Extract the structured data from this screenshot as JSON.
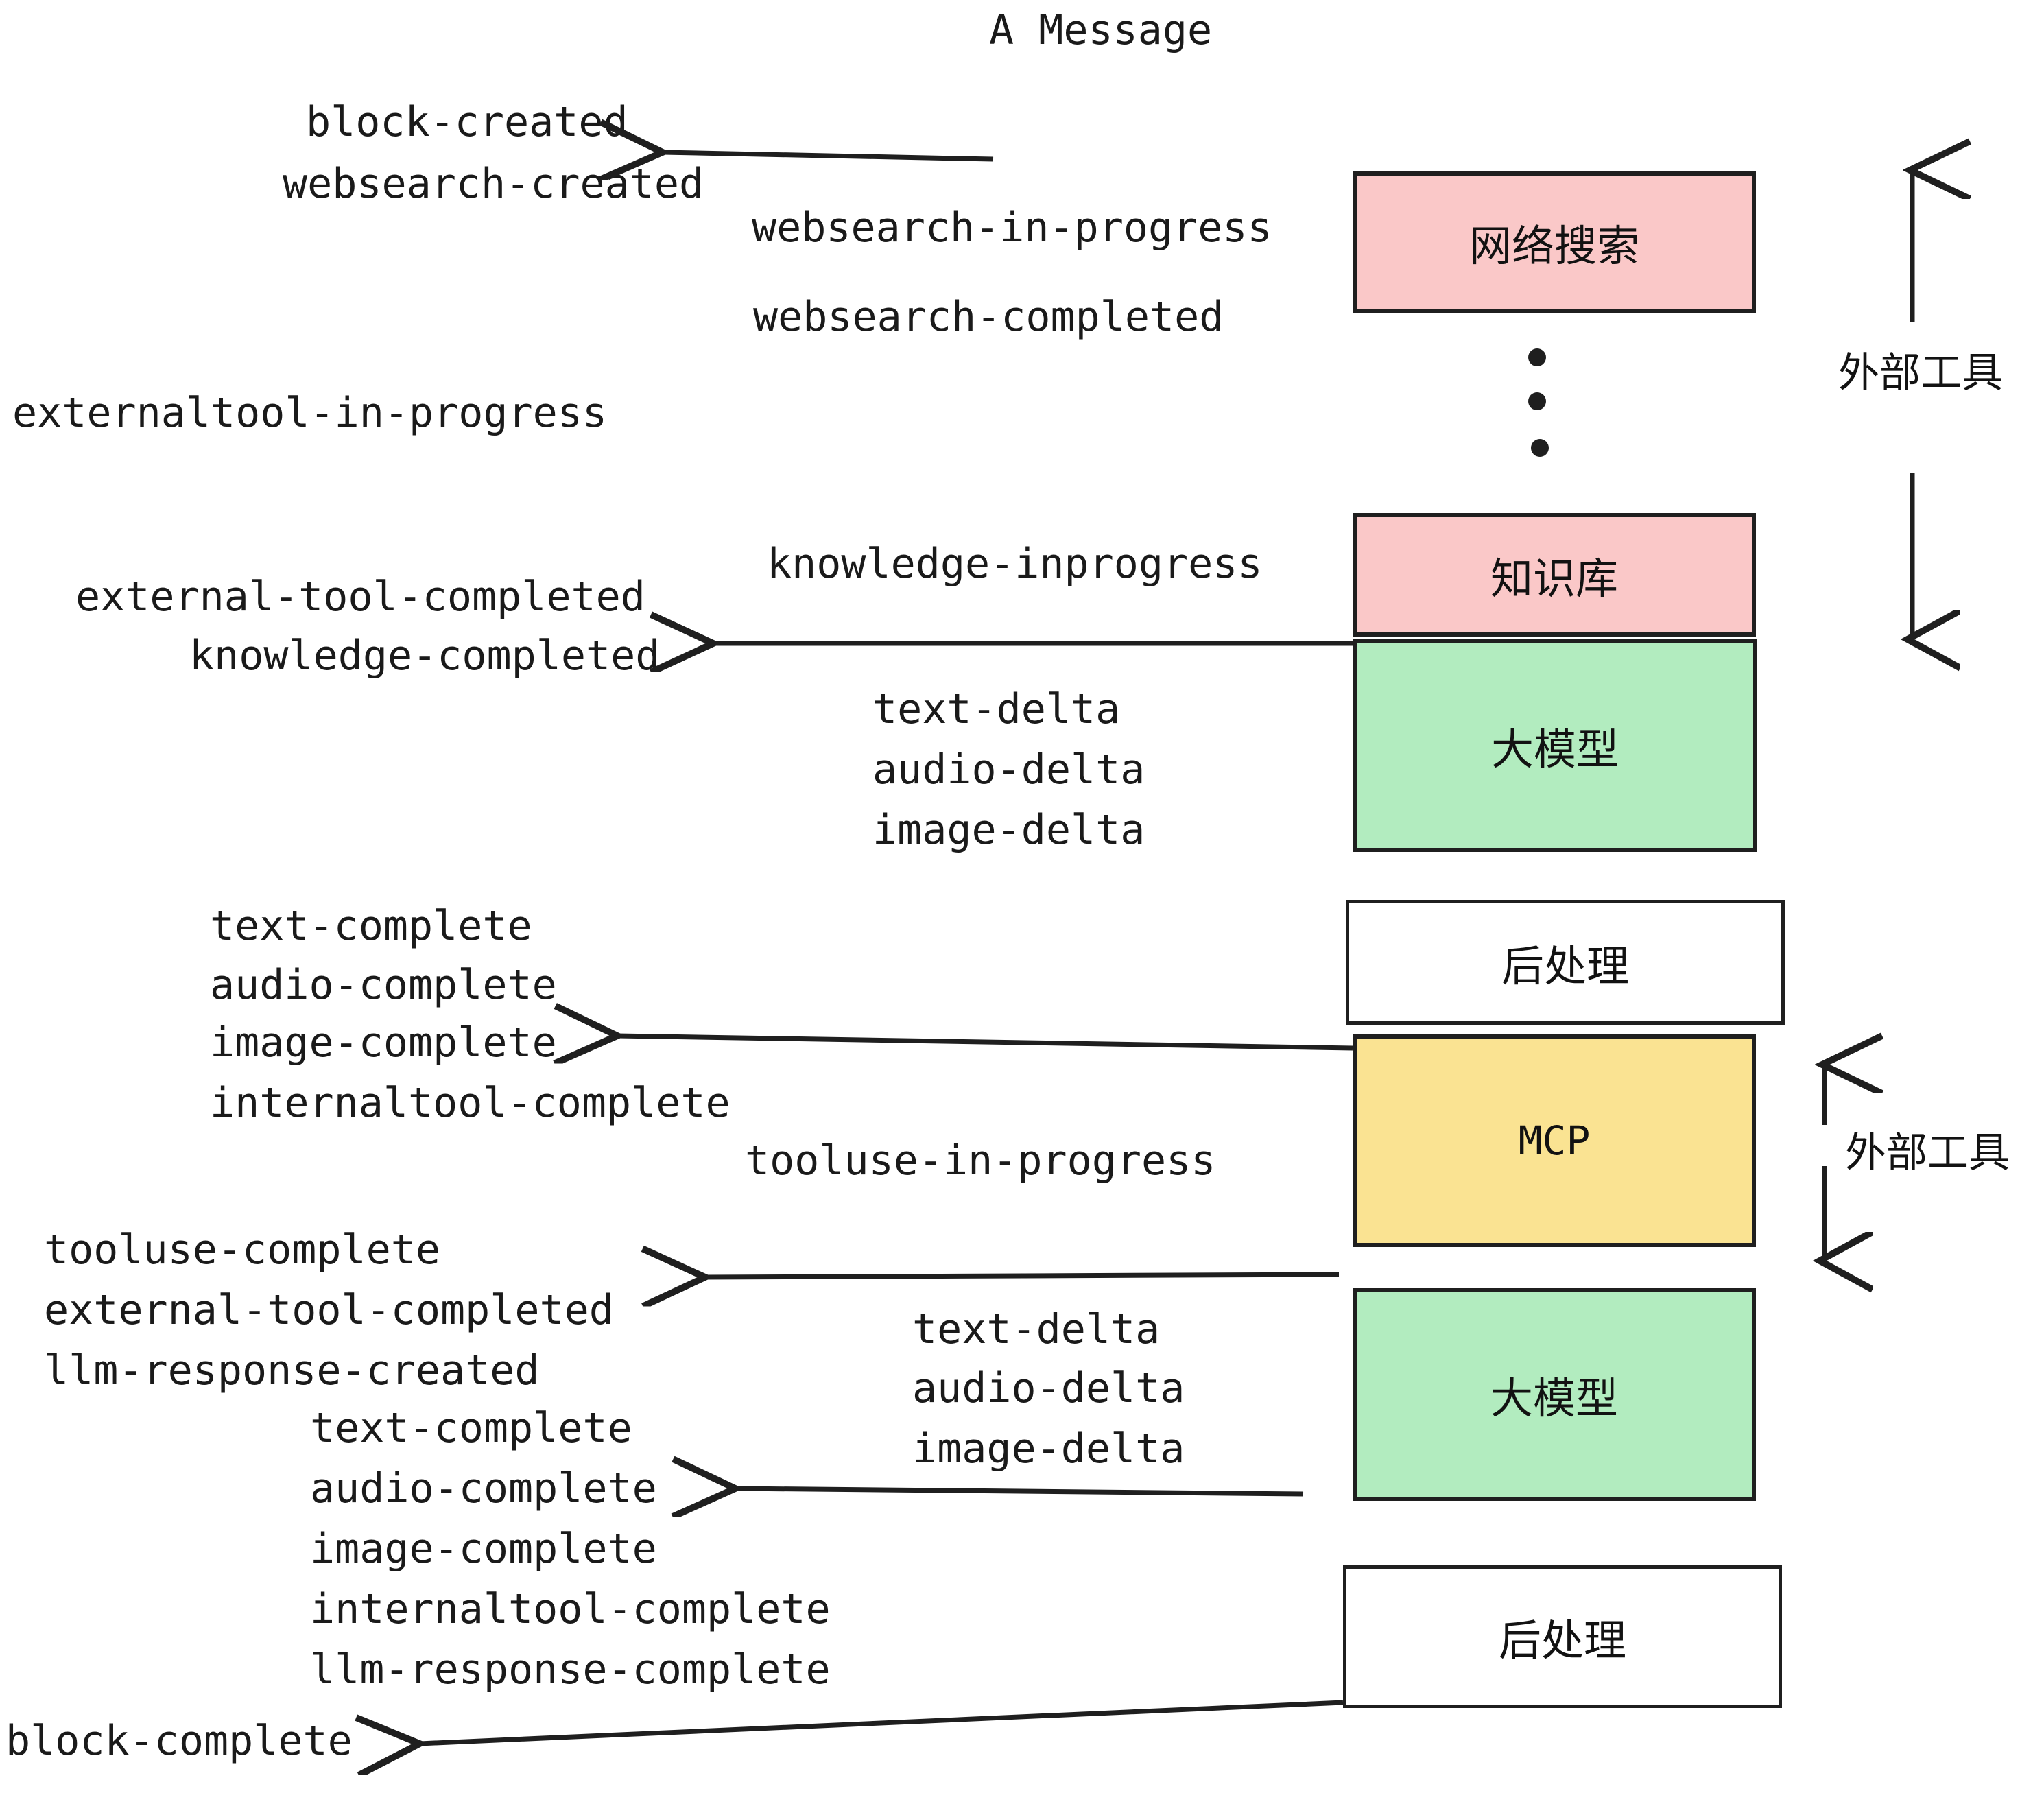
{
  "title": "A Message",
  "events": {
    "block_created": "block-created",
    "websearch_created": "websearch-created",
    "websearch_in_progress": "websearch-in-progress",
    "websearch_completed": "websearch-completed",
    "externaltool_in_progress": "externaltool-in-progress",
    "knowledge_inprogress": "knowledge-inprogress",
    "external_tool_completed_1": "external-tool-completed",
    "knowledge_completed": "knowledge-completed",
    "text_delta_1": "text-delta",
    "audio_delta_1": "audio-delta",
    "image_delta_1": "image-delta",
    "text_complete_1": "text-complete",
    "audio_complete_1": "audio-complete",
    "image_complete_1": "image-complete",
    "internaltool_complete_1": "internaltool-complete",
    "tooluse_in_progress": "tooluse-in-progress",
    "tooluse_complete": "tooluse-complete",
    "external_tool_completed_2": "external-tool-completed",
    "llm_response_created": "llm-response-created",
    "text_delta_2": "text-delta",
    "audio_delta_2": "audio-delta",
    "image_delta_2": "image-delta",
    "text_complete_2": "text-complete",
    "audio_complete_2": "audio-complete",
    "image_complete_2": "image-complete",
    "internaltool_complete_2": "internaltool-complete",
    "llm_response_complete": "llm-response-complete",
    "block_complete": "block-complete"
  },
  "nodes": {
    "websearch": "网络搜索",
    "knowledge": "知识库",
    "llm_1": "大模型",
    "postprocess_1": "后处理",
    "mcp": "MCP",
    "llm_2": "大模型",
    "postprocess_2": "后处理"
  },
  "annotations": {
    "external_tools_top": "外部工具",
    "external_tools_bottom": "外部工具"
  },
  "colors": {
    "pink": "#FAC8C8",
    "green": "#B2ECBF",
    "yellow": "#FAE392",
    "white": "#FFFFFF",
    "stroke": "#1F1F1F",
    "text": "#1A1A1A"
  }
}
